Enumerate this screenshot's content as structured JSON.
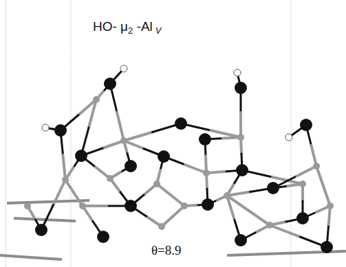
{
  "diagram": {
    "labels": [
      "HO- μ",
      "2",
      " -Al",
      "V",
      "θ=8.9"
    ]
  }
}
